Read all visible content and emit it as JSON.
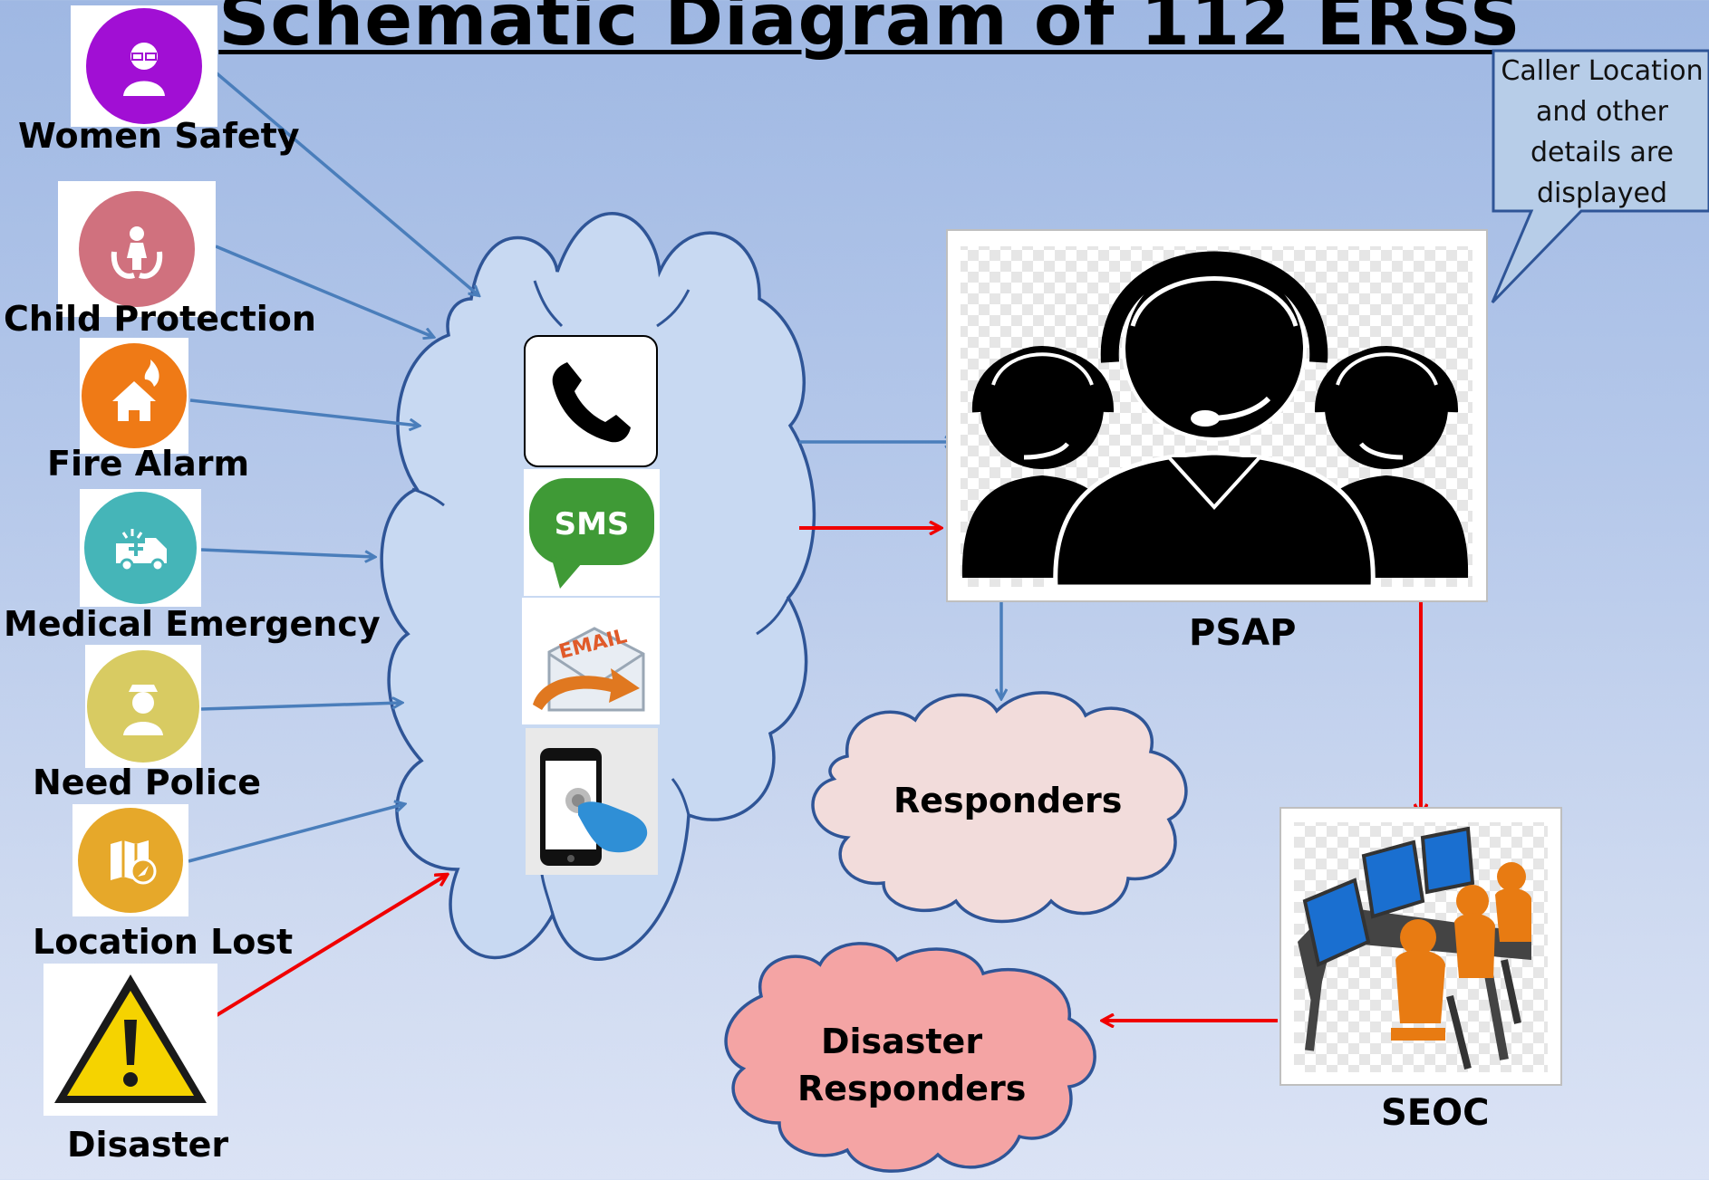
{
  "title": "Schematic Diagram of 112 ERSS",
  "sources": [
    {
      "label": "Women Safety",
      "icon": "woman-icon",
      "color": "#a10fd4"
    },
    {
      "label": "Child Protection",
      "icon": "child-hands-icon",
      "color": "#d0717e"
    },
    {
      "label": "Fire Alarm",
      "icon": "house-fire-icon",
      "color": "#ef7a16"
    },
    {
      "label": "Medical Emergency",
      "icon": "ambulance-icon",
      "color": "#45b5b8"
    },
    {
      "label": "Need Police",
      "icon": "police-officer-icon",
      "color": "#d8cb62"
    },
    {
      "label": "Location Lost",
      "icon": "map-compass-icon",
      "color": "#e6a82a"
    },
    {
      "label": "Disaster",
      "icon": "warning-triangle-icon",
      "color": "#f5d300"
    }
  ],
  "channels": {
    "phone": {
      "icon": "phone-icon"
    },
    "sms": {
      "label": "SMS",
      "icon": "sms-bubble-icon"
    },
    "email": {
      "label": "EMAIL",
      "icon": "email-envelope-icon"
    },
    "app": {
      "icon": "mobile-app-icon"
    }
  },
  "psap": {
    "label": "PSAP",
    "icon": "call-center-agents-icon"
  },
  "callout": "Caller Location and other details are displayed",
  "responders": {
    "label": "Responders"
  },
  "seoc": {
    "label": "SEOC",
    "icon": "operators-at-monitors-icon"
  },
  "disaster_responders": {
    "line1": "Disaster",
    "line2": "Responders"
  },
  "colors": {
    "flow_arrow": "#4a7ebb",
    "alert_arrow": "#f00000",
    "cloud_fill": "#c8d9f2",
    "cloud_stroke": "#2f5597",
    "responders_fill": "#f2dcdb",
    "disaster_fill": "#f4a4a4"
  }
}
